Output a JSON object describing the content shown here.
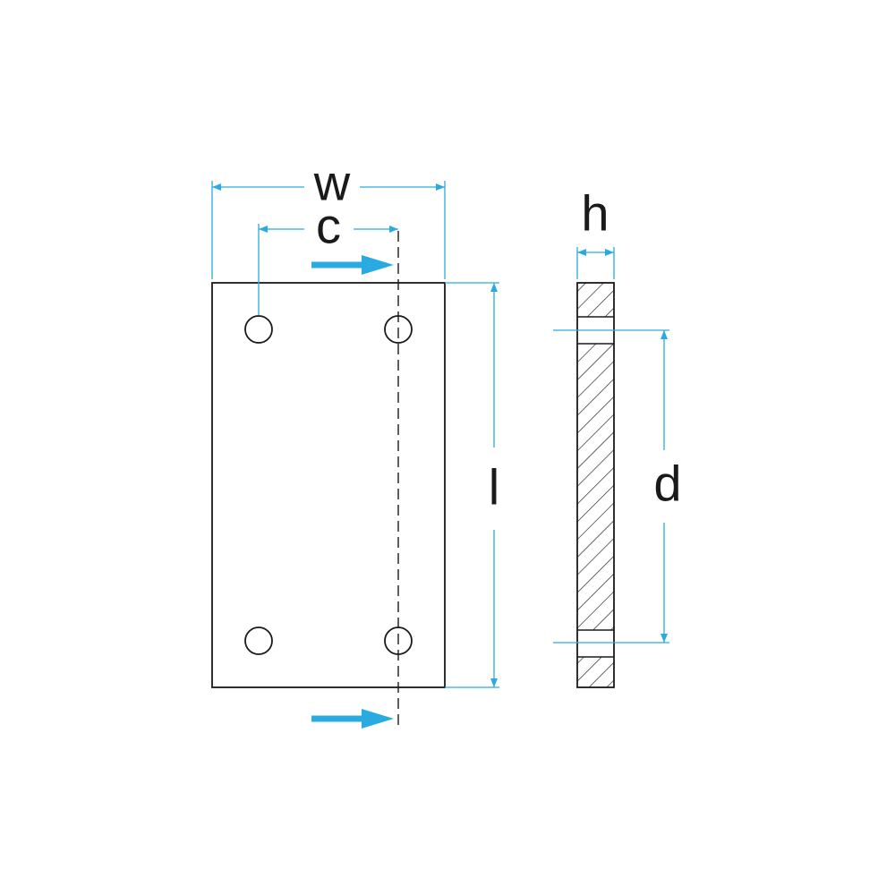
{
  "labels": {
    "width": "w",
    "hole_spacing_width": "c",
    "length": "l",
    "thickness": "h",
    "hole_spacing_length": "d"
  },
  "colors": {
    "outline": "#1a1a1a",
    "dimension": "#29abe2",
    "background": "#ffffff"
  },
  "icons": {
    "section_arrow": "arrow-right-icon"
  }
}
